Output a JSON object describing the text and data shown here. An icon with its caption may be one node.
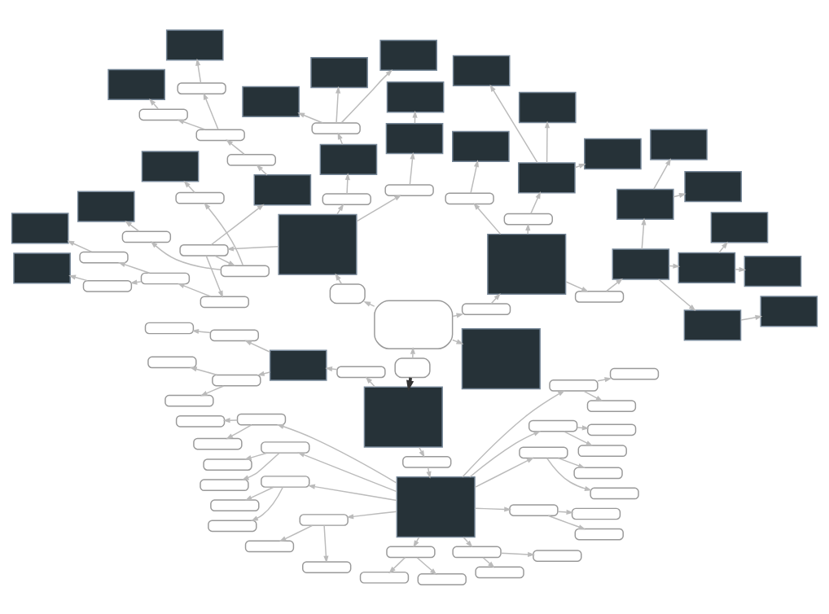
{
  "diagram": {
    "nodes": [
      {
        "text": [],
        "shape": "box"
      },
      {
        "text": [],
        "shape": "box"
      },
      {
        "text": [],
        "shape": "box"
      },
      {
        "text": [],
        "shape": "box"
      },
      {
        "text": [],
        "shape": "box"
      },
      {
        "text": [],
        "shape": "box"
      },
      {
        "text": [],
        "shape": "box"
      },
      {
        "text": [],
        "shape": "box"
      },
      {
        "text": [],
        "shape": "box"
      },
      {
        "text": [],
        "shape": "box"
      },
      {
        "text": [],
        "shape": "box"
      },
      {
        "text": [],
        "shape": "box"
      },
      {
        "text": [],
        "shape": "box"
      },
      {
        "text": [],
        "shape": "box"
      },
      {
        "text": [],
        "shape": "box"
      },
      {
        "text": [],
        "shape": "box"
      },
      {
        "text": [],
        "shape": "box"
      },
      {
        "text": [],
        "shape": "box"
      },
      {
        "text": [],
        "shape": "box"
      },
      {
        "text": [],
        "shape": "box"
      },
      {
        "text": [],
        "shape": "box"
      },
      {
        "text": [],
        "shape": "box"
      },
      {
        "text": [],
        "shape": "box"
      },
      {
        "text": [],
        "shape": "box"
      },
      {
        "text": [],
        "shape": "box"
      },
      {
        "text": [],
        "shape": "box"
      },
      {
        "text": [],
        "shape": "box"
      },
      {
        "text": [],
        "shape": "box"
      },
      {
        "text": [],
        "shape": "box"
      },
      {
        "text": [],
        "shape": "box"
      },
      {
        "text": [],
        "shape": "box"
      },
      {
        "text": [],
        "shape": "box"
      },
      {
        "text": [],
        "shape": "box"
      },
      {
        "text": [],
        "shape": "box"
      },
      {
        "text": [],
        "shape": "box"
      },
      {
        "text": [],
        "shape": "box"
      },
      {
        "text": [],
        "shape": "box"
      },
      {
        "text": [],
        "shape": "box"
      },
      {
        "text": [],
        "shape": "box"
      },
      {
        "text": [],
        "shape": "box"
      },
      {
        "text": [],
        "shape": "box"
      },
      {
        "text": [],
        "shape": "box"
      },
      {
        "text": [],
        "shape": "box"
      },
      {
        "text": [],
        "shape": "box"
      },
      {
        "text": [],
        "shape": "box"
      },
      {
        "text": [],
        "shape": "box"
      },
      {
        "text": [],
        "shape": "box"
      },
      {
        "text": [],
        "shape": "box"
      },
      {
        "text": [],
        "shape": "box"
      },
      {
        "text": [],
        "shape": "box"
      },
      {
        "text": [],
        "shape": "box"
      },
      {
        "text": [],
        "shape": "box"
      },
      {
        "text": [],
        "shape": "box"
      },
      {
        "text": [],
        "shape": "box"
      },
      {
        "text": [],
        "shape": "box"
      },
      {
        "text": [],
        "shape": "box"
      },
      {
        "text": [],
        "shape": "box"
      },
      {
        "text": [],
        "shape": "box"
      },
      {
        "text": [],
        "shape": "box"
      },
      {
        "text": [],
        "shape": "box"
      },
      {
        "text": [],
        "shape": "box"
      },
      {
        "text": [],
        "shape": "box"
      },
      {
        "text": [],
        "shape": "box"
      },
      {
        "text": [],
        "shape": "box"
      },
      {
        "text": [],
        "shape": "box"
      },
      {
        "text": [],
        "shape": "box"
      },
      {
        "text": [],
        "shape": "box"
      },
      {
        "text": [],
        "shape": "box"
      },
      {
        "text": [],
        "shape": "box"
      },
      {
        "text": [],
        "shape": "box"
      },
      {
        "text": [],
        "shape": "box"
      },
      {
        "text": [],
        "shape": "box"
      },
      {
        "text": [],
        "shape": "box"
      },
      {
        "text": [],
        "shape": "box"
      },
      {
        "text": [],
        "shape": "box"
      },
      {
        "text": [],
        "shape": "box"
      },
      {
        "text": [],
        "shape": "box"
      },
      {
        "text": [],
        "shape": "box"
      },
      {
        "text": [],
        "shape": "box"
      },
      {
        "text": [],
        "shape": "box"
      },
      {
        "text": [],
        "shape": "box"
      },
      {
        "text": [],
        "shape": "box"
      },
      {
        "text": [],
        "shape": "box"
      },
      {
        "text": [],
        "shape": "box"
      },
      {
        "text": [],
        "shape": "box"
      },
      {
        "text": [],
        "shape": "box"
      },
      {
        "text": [],
        "shape": "box"
      },
      {
        "text": [],
        "shape": "box"
      },
      {
        "text": [],
        "shape": "box"
      },
      {
        "text": [],
        "shape": "box"
      },
      {
        "text": [],
        "shape": "box"
      },
      {
        "text": [],
        "shape": "box"
      }
    ],
    "edges": [
      {
        "from": 0,
        "to": 1,
        "arrow": "to"
      },
      {
        "from": 1,
        "to": 2,
        "arrow": "to"
      },
      {
        "from": 1,
        "to": 3,
        "arrow": "to"
      },
      {
        "from": 3,
        "to": 4,
        "arrow": "to"
      },
      {
        "from": 4,
        "to": 5,
        "arrow": "to"
      },
      {
        "from": 5,
        "to": 6,
        "arrow": "to"
      },
      {
        "from": 6,
        "to": 7,
        "arrow": "to"
      },
      {
        "from": 7,
        "to": 8,
        "arrow": "to"
      },
      {
        "from": 6,
        "to": 9,
        "arrow": "to"
      },
      {
        "from": 9,
        "to": 10,
        "arrow": "to"
      },
      {
        "from": 9,
        "to": 11,
        "arrow": "to"
      },
      {
        "from": 6,
        "to": 12,
        "arrow": "to"
      },
      {
        "from": 12,
        "to": 13,
        "arrow": "to"
      },
      {
        "from": 12,
        "to": 14,
        "arrow": "to"
      },
      {
        "from": 4,
        "to": 15,
        "arrow": "to"
      },
      {
        "from": 15,
        "to": 16,
        "arrow": "to"
      },
      {
        "from": 16,
        "to": 17,
        "arrow": "to"
      },
      {
        "from": 16,
        "to": 18,
        "arrow": "to"
      },
      {
        "from": 16,
        "to": 19,
        "arrow": "to"
      },
      {
        "from": 4,
        "to": 20,
        "arrow": "to"
      },
      {
        "from": 20,
        "to": 21,
        "arrow": "to"
      },
      {
        "from": 1,
        "to": 22,
        "arrow": "to"
      },
      {
        "from": 22,
        "to": 23,
        "arrow": "to"
      },
      {
        "from": 23,
        "to": 24,
        "arrow": "to"
      },
      {
        "from": 24,
        "to": 25,
        "arrow": "to"
      },
      {
        "from": 25,
        "to": 26,
        "arrow": "to"
      },
      {
        "from": 23,
        "to": 27,
        "arrow": "to"
      },
      {
        "from": 27,
        "to": 28,
        "arrow": "to"
      },
      {
        "from": 28,
        "to": 29,
        "arrow": "to"
      },
      {
        "from": 29,
        "to": 30,
        "arrow": "to"
      },
      {
        "from": 29,
        "to": 31,
        "arrow": "to"
      },
      {
        "from": 29,
        "to": 32,
        "arrow": "to"
      },
      {
        "from": 23,
        "to": 33,
        "arrow": "to"
      },
      {
        "from": 33,
        "to": 34,
        "arrow": "to"
      },
      {
        "from": 33,
        "to": 35,
        "arrow": "to"
      },
      {
        "from": 35,
        "to": 36,
        "arrow": "to"
      },
      {
        "from": 36,
        "to": 37,
        "arrow": "to"
      },
      {
        "from": 35,
        "to": 38,
        "arrow": "to"
      },
      {
        "from": 38,
        "to": 39,
        "arrow": "to"
      },
      {
        "from": 34,
        "to": 40,
        "arrow": "to"
      },
      {
        "from": 40,
        "to": 41,
        "arrow": "to"
      },
      {
        "from": 41,
        "to": 42,
        "arrow": "to"
      },
      {
        "from": 42,
        "to": 43,
        "arrow": "to"
      },
      {
        "from": 41,
        "to": 44,
        "arrow": "to"
      },
      {
        "from": 44,
        "to": 45,
        "arrow": "to"
      },
      {
        "from": 33,
        "to": 46,
        "arrow": "to"
      },
      {
        "from": 46,
        "to": 47,
        "arrow": "to"
      },
      {
        "from": 47,
        "to": 48,
        "arrow": "to"
      },
      {
        "from": 48,
        "to": 49,
        "arrow": "to"
      },
      {
        "from": 47,
        "to": 50,
        "arrow": "to"
      },
      {
        "from": 50,
        "to": 51,
        "arrow": "to"
      },
      {
        "from": 0,
        "to": 52,
        "arrow": "to",
        "style": "thick",
        "color": "#333333"
      },
      {
        "from": 52,
        "to": 53,
        "arrow": "to"
      },
      {
        "from": 53,
        "to": 54,
        "arrow": "to"
      },
      {
        "from": 54,
        "to": 55,
        "arrow": "to"
      },
      {
        "from": 55,
        "to": 56,
        "arrow": "to"
      },
      {
        "from": 54,
        "to": 57,
        "arrow": "to"
      },
      {
        "from": 57,
        "to": 58,
        "arrow": "to"
      },
      {
        "from": 57,
        "to": 59,
        "arrow": "to"
      },
      {
        "from": 52,
        "to": 60,
        "arrow": "to"
      },
      {
        "from": 60,
        "to": 61,
        "arrow": "to"
      },
      {
        "from": 61,
        "to": 62,
        "arrow": "to"
      },
      {
        "from": 62,
        "to": 63,
        "arrow": "to"
      },
      {
        "from": 62,
        "to": 64,
        "arrow": "to"
      },
      {
        "from": 61,
        "to": 65,
        "arrow": "to"
      },
      {
        "from": 65,
        "to": 66,
        "arrow": "to"
      },
      {
        "from": 65,
        "to": 67,
        "arrow": "to"
      },
      {
        "from": 61,
        "to": 68,
        "arrow": "to"
      },
      {
        "from": 68,
        "to": 69,
        "arrow": "to"
      },
      {
        "from": 68,
        "to": 70,
        "arrow": "to"
      },
      {
        "from": 61,
        "to": 71,
        "arrow": "to"
      },
      {
        "from": 71,
        "to": 72,
        "arrow": "to"
      },
      {
        "from": 71,
        "to": 73,
        "arrow": "to"
      },
      {
        "from": 61,
        "to": 74,
        "arrow": "to"
      },
      {
        "from": 74,
        "to": 75,
        "arrow": "to"
      },
      {
        "from": 74,
        "to": 76,
        "arrow": "to"
      },
      {
        "from": 61,
        "to": 77,
        "arrow": "to"
      },
      {
        "from": 77,
        "to": 78,
        "arrow": "to"
      },
      {
        "from": 77,
        "to": 79,
        "arrow": "to"
      },
      {
        "from": 61,
        "to": 80,
        "arrow": "to"
      },
      {
        "from": 80,
        "to": 81,
        "arrow": "to"
      },
      {
        "from": 80,
        "to": 82,
        "arrow": "to"
      },
      {
        "from": 61,
        "to": 83,
        "arrow": "to"
      },
      {
        "from": 83,
        "to": 84,
        "arrow": "to"
      },
      {
        "from": 83,
        "to": 85,
        "arrow": "to"
      },
      {
        "from": 61,
        "to": 86,
        "arrow": "to"
      },
      {
        "from": 86,
        "to": 87,
        "arrow": "to"
      },
      {
        "from": 86,
        "to": 88,
        "arrow": "to"
      },
      {
        "from": 61,
        "to": 89,
        "arrow": "to"
      },
      {
        "from": 89,
        "to": 90,
        "arrow": "to"
      },
      {
        "from": 89,
        "to": 91,
        "arrow": "to"
      }
    ]
  }
}
